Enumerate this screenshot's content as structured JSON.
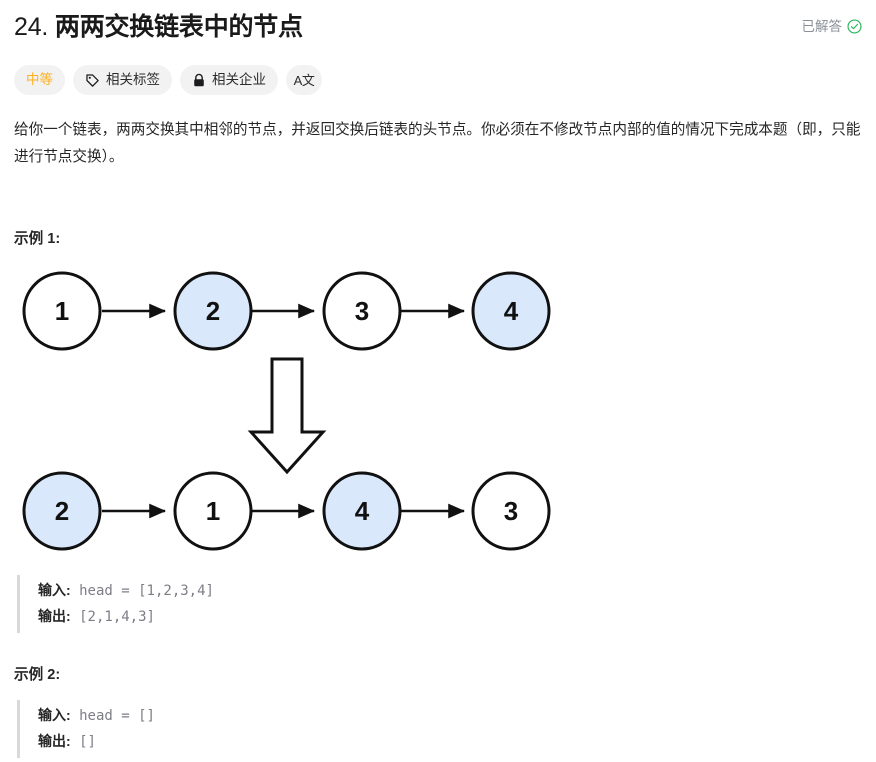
{
  "header": {
    "number": "24.",
    "title": "两两交换链表中的节点",
    "status_text": "已解答",
    "status_icon": "check-circle-icon",
    "status_color": "#2db55d"
  },
  "badges": [
    {
      "id": "difficulty",
      "label": "中等",
      "icon": null,
      "color": "#ffb020"
    },
    {
      "id": "related-tags",
      "label": "相关标签",
      "icon": "tag-icon",
      "color": "#2c2c2c"
    },
    {
      "id": "related-companies",
      "label": "相关企业",
      "icon": "lock-icon",
      "color": "#2c2c2c"
    },
    {
      "id": "translate",
      "label": "A文",
      "icon": "translate-icon",
      "color": "#2c2c2c"
    }
  ],
  "description": "给你一个链表，两两交换其中相邻的节点，并返回交换后链表的头节点。你必须在不修改节点内部的值的情况下完成本题（即，只能进行节点交换）。",
  "examples": [
    {
      "heading": "示例 1:",
      "input_label": "输入:",
      "input_value": "head = [1,2,3,4]",
      "output_label": "输出:",
      "output_value": "[2,1,4,3]"
    },
    {
      "heading": "示例 2:",
      "input_label": "输入:",
      "input_value": "head = []",
      "output_label": "输出:",
      "output_value": "[]"
    }
  ],
  "diagram": {
    "type": "linked-list-swap",
    "node_fill_plain": "#ffffff",
    "node_fill_highlight": "#dae8fc",
    "node_stroke": "#111111",
    "arrow_color": "#111111",
    "before_row": [
      {
        "value": "1",
        "highlighted": false
      },
      {
        "value": "2",
        "highlighted": true
      },
      {
        "value": "3",
        "highlighted": false
      },
      {
        "value": "4",
        "highlighted": true
      }
    ],
    "after_row": [
      {
        "value": "2",
        "highlighted": true
      },
      {
        "value": "1",
        "highlighted": false
      },
      {
        "value": "4",
        "highlighted": true
      },
      {
        "value": "3",
        "highlighted": false
      }
    ],
    "transform_arrow": "down-block-arrow"
  }
}
